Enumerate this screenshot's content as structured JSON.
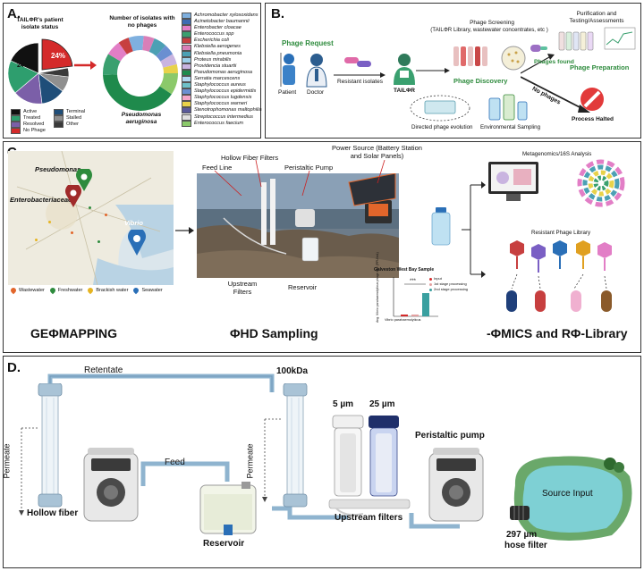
{
  "panel_a": {
    "label": "A.",
    "pie_title": "TAILΦR's patient isolate status",
    "pie_pct_active": "24%",
    "pie_pct_other": "24%",
    "donut_title": "Number of isolates with no phages",
    "donut_center": "Pseudomonas aeruginosa",
    "status_legend": [
      {
        "label": "Active",
        "color": "#111111"
      },
      {
        "label": "Terminal",
        "color": "#1f4e79"
      },
      {
        "label": "Treated",
        "color": "#2e9e6e"
      },
      {
        "label": "Stalled",
        "color": "#8f8f8f"
      },
      {
        "label": "Resolved",
        "color": "#7b5fa8"
      },
      {
        "label": "Other",
        "color": "#3a3a3a"
      },
      {
        "label": "No Phage",
        "color": "#d42a2a"
      }
    ],
    "isolate_legend": [
      {
        "label": "Achromobacter xylosoxidans",
        "color": "#7fb0df"
      },
      {
        "label": "Acinetobacter baumannii",
        "color": "#3d6bb3"
      },
      {
        "label": "Enterobacter cloacae",
        "color": "#e27ec6"
      },
      {
        "label": "Enterococcus spp",
        "color": "#3aa06f"
      },
      {
        "label": "Escherichia coli",
        "color": "#c73f3f"
      },
      {
        "label": "Klebsiella aerogenes",
        "color": "#d97fb8"
      },
      {
        "label": "Klebsiella pneumonia",
        "color": "#4ca0b4"
      },
      {
        "label": "Proteus mirabilis",
        "color": "#9ccfe9"
      },
      {
        "label": "Providencia stuartii",
        "color": "#c9b4e0"
      },
      {
        "label": "Pseudomonas aeruginosa",
        "color": "#1f8a4c"
      },
      {
        "label": "Serratia marcescens",
        "color": "#b0d7f0"
      },
      {
        "label": "Staphylococcus aureus",
        "color": "#6ec1c9"
      },
      {
        "label": "Staphylococcus epidermidis",
        "color": "#6a8fd1"
      },
      {
        "label": "Staphylococcus lugdensis",
        "color": "#f4a6c8"
      },
      {
        "label": "Staphylococcus warneri",
        "color": "#e8d24a"
      },
      {
        "label": "Stenotrophomonas maltophilia",
        "color": "#5a5a9a"
      },
      {
        "label": "Streptococcus intermedius",
        "color": "#e0e0e0"
      },
      {
        "label": "Enterococcus faecium",
        "color": "#8bc96a"
      }
    ]
  },
  "panel_b": {
    "label": "B.",
    "phage_request": "Phage Request",
    "patient": "Patient",
    "doctor": "Doctor",
    "resistant_isolates": "Resistant isolates",
    "tailor": "TAILΦR",
    "screening_title": "Phage Screening",
    "screening_sub": "(TAILΦR Library, wastewater concentrates, etc )",
    "phage_discovery": "Phage Discovery",
    "phages_found": "Phages found",
    "no_phages": "No phages",
    "purification": "Purification and Testing/Assessments",
    "phage_preparation": "Phage Preparation",
    "process_halted": "Process Halted",
    "directed_evolution": "Directed phage evolution",
    "environmental_sampling": "Environmental Sampling"
  },
  "panel_c": {
    "label": "C.",
    "map_pseudomonas": "Pseudomonas",
    "map_enterobacteriaceae": "Enterobacteriaceae",
    "map_vibrio": "Vibrio",
    "map_legend": [
      {
        "label": "Wastewater",
        "color": "#e2662b"
      },
      {
        "label": "Freshwater",
        "color": "#2e8b3d"
      },
      {
        "label": "Brackish water",
        "color": "#e6b422"
      },
      {
        "label": "Seawater",
        "color": "#2a6fb7"
      }
    ],
    "hollow_fiber_filters": "Hollow Fiber Filters",
    "feed_line": "Feed Line",
    "peristaltic_pump": "Peristaltic Pump",
    "power_source": "Power Source (Battery Station and Solar Panels)",
    "upstream_filters": "Upstream Filters",
    "reservoir": "Reservoir",
    "inset_title": "Galveston West Bay Sample",
    "inset_ylabel": "Avg. Vibrio parahaemolyticus phage titer (PFU/mL)",
    "inset_xlabel": "Vibrio parahaemolyticus",
    "inset_sig": "***",
    "inset_legend": [
      "Input",
      "1st stage processing",
      "2nd stage processing"
    ],
    "metagenomics": "Metagenomics/16S Analysis",
    "resistant_library": "Resistant Phage Library",
    "title_geomapping": "GEΦMAPPING",
    "title_hd": "ΦHD Sampling",
    "title_omics": "-ΦMICS and RΦ-Library"
  },
  "panel_d": {
    "label": "D.",
    "retentate": "Retentate",
    "kda": "100kDa",
    "permeate_left": "Permeate",
    "permeate_right": "Permeate",
    "feed": "Feed",
    "hollow_fiber": "Hollow fiber",
    "reservoir": "Reservoir",
    "filter_5": "5 µm",
    "filter_25": "25 µm",
    "peristaltic_pump": "Peristaltic pump",
    "upstream_filters": "Upstream filters",
    "source_input": "Source Input",
    "hose_filter_size": "297 µm",
    "hose_filter": "hose filter"
  }
}
